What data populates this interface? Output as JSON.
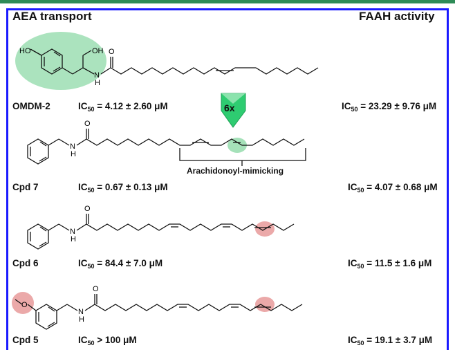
{
  "headers": {
    "left": "AEA transport",
    "right": "FAAH activity"
  },
  "fold_change": "6x",
  "arachidonoyl_label": "Arachidonoyl-mimicking",
  "compounds": [
    {
      "name": "OMDM-2",
      "transport_prefix": "IC",
      "transport_sub": "50",
      "transport_value": " = 4.12 ± 2.60 μM",
      "faah_prefix": "IC",
      "faah_sub": "50",
      "faah_value": " = 23.29 ± 9.76 μM"
    },
    {
      "name": "Cpd 7",
      "transport_prefix": "IC",
      "transport_sub": "50",
      "transport_value": " = 0.67 ± 0.13 μM",
      "faah_prefix": "IC",
      "faah_sub": "50",
      "faah_value": " = 4.07 ± 0.68 μM"
    },
    {
      "name": "Cpd 6",
      "transport_prefix": "IC",
      "transport_sub": "50",
      "transport_value": " = 84.4 ± 7.0  μM",
      "faah_prefix": "IC",
      "faah_sub": "50",
      "faah_value": " = 11.5 ± 1.6 μM"
    },
    {
      "name": "Cpd 5",
      "transport_prefix": "IC",
      "transport_sub": "50",
      "transport_value": " > 100 μM",
      "faah_prefix": "IC",
      "faah_sub": "50",
      "faah_value": " = 19.1 ± 3.7 μM"
    }
  ],
  "atom_labels": {
    "ho": "HO",
    "oh": "OH",
    "nh": "H",
    "n": "N",
    "o": "O"
  },
  "colors": {
    "frame": "#1a1aff",
    "green_highlight": "#8fd9a8",
    "red_highlight": "#e89a9a",
    "arrow": "#2ecc71"
  }
}
